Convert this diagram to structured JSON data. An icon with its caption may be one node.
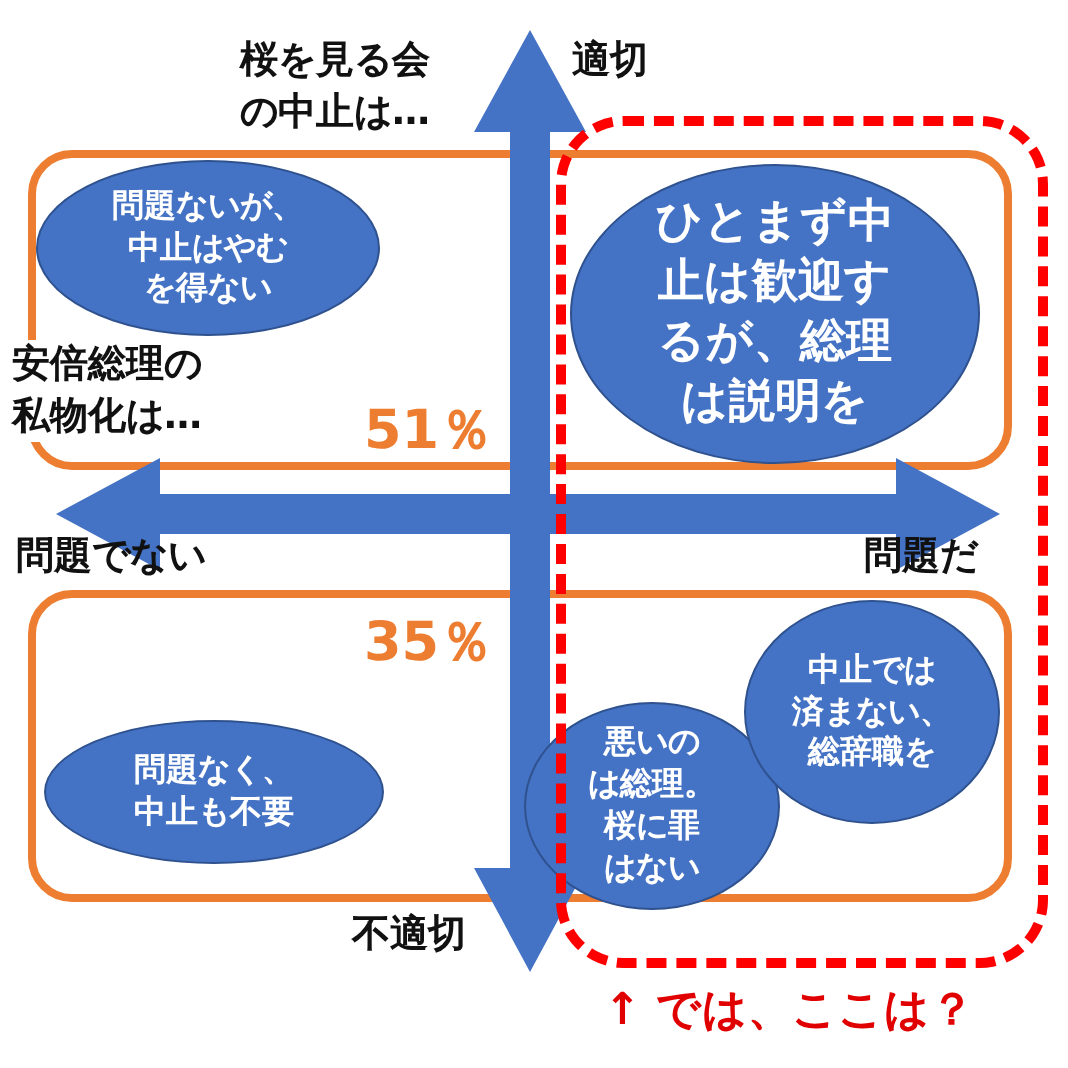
{
  "diagram": {
    "nodes": [
      {
        "text": [
          "51％"
        ]
      },
      {
        "text": [
          "問題ないが、中止はやむを得ない"
        ],
        "in": 0
      },
      {
        "text": [
          "ひとまず中止は歓迎するが、総理は説明を"
        ]
      },
      {
        "text": [
          "35％"
        ]
      },
      {
        "text": [
          "中止では済まない、総辞職を"
        ]
      },
      {
        "text": [
          "悪いのは総理。桜に罪はない"
        ],
        "in": 3
      },
      {
        "text": [
          "問題なく、中止も不要"
        ],
        "in": 3
      },
      {
        "text": [
          "↑ では、ここは？"
        ]
      }
    ],
    "labels": [
      "桜を見る会の中止は…",
      "適切",
      "安倍総理の私物化は…",
      "問題でない",
      "問題だ",
      "不適切"
    ]
  }
}
